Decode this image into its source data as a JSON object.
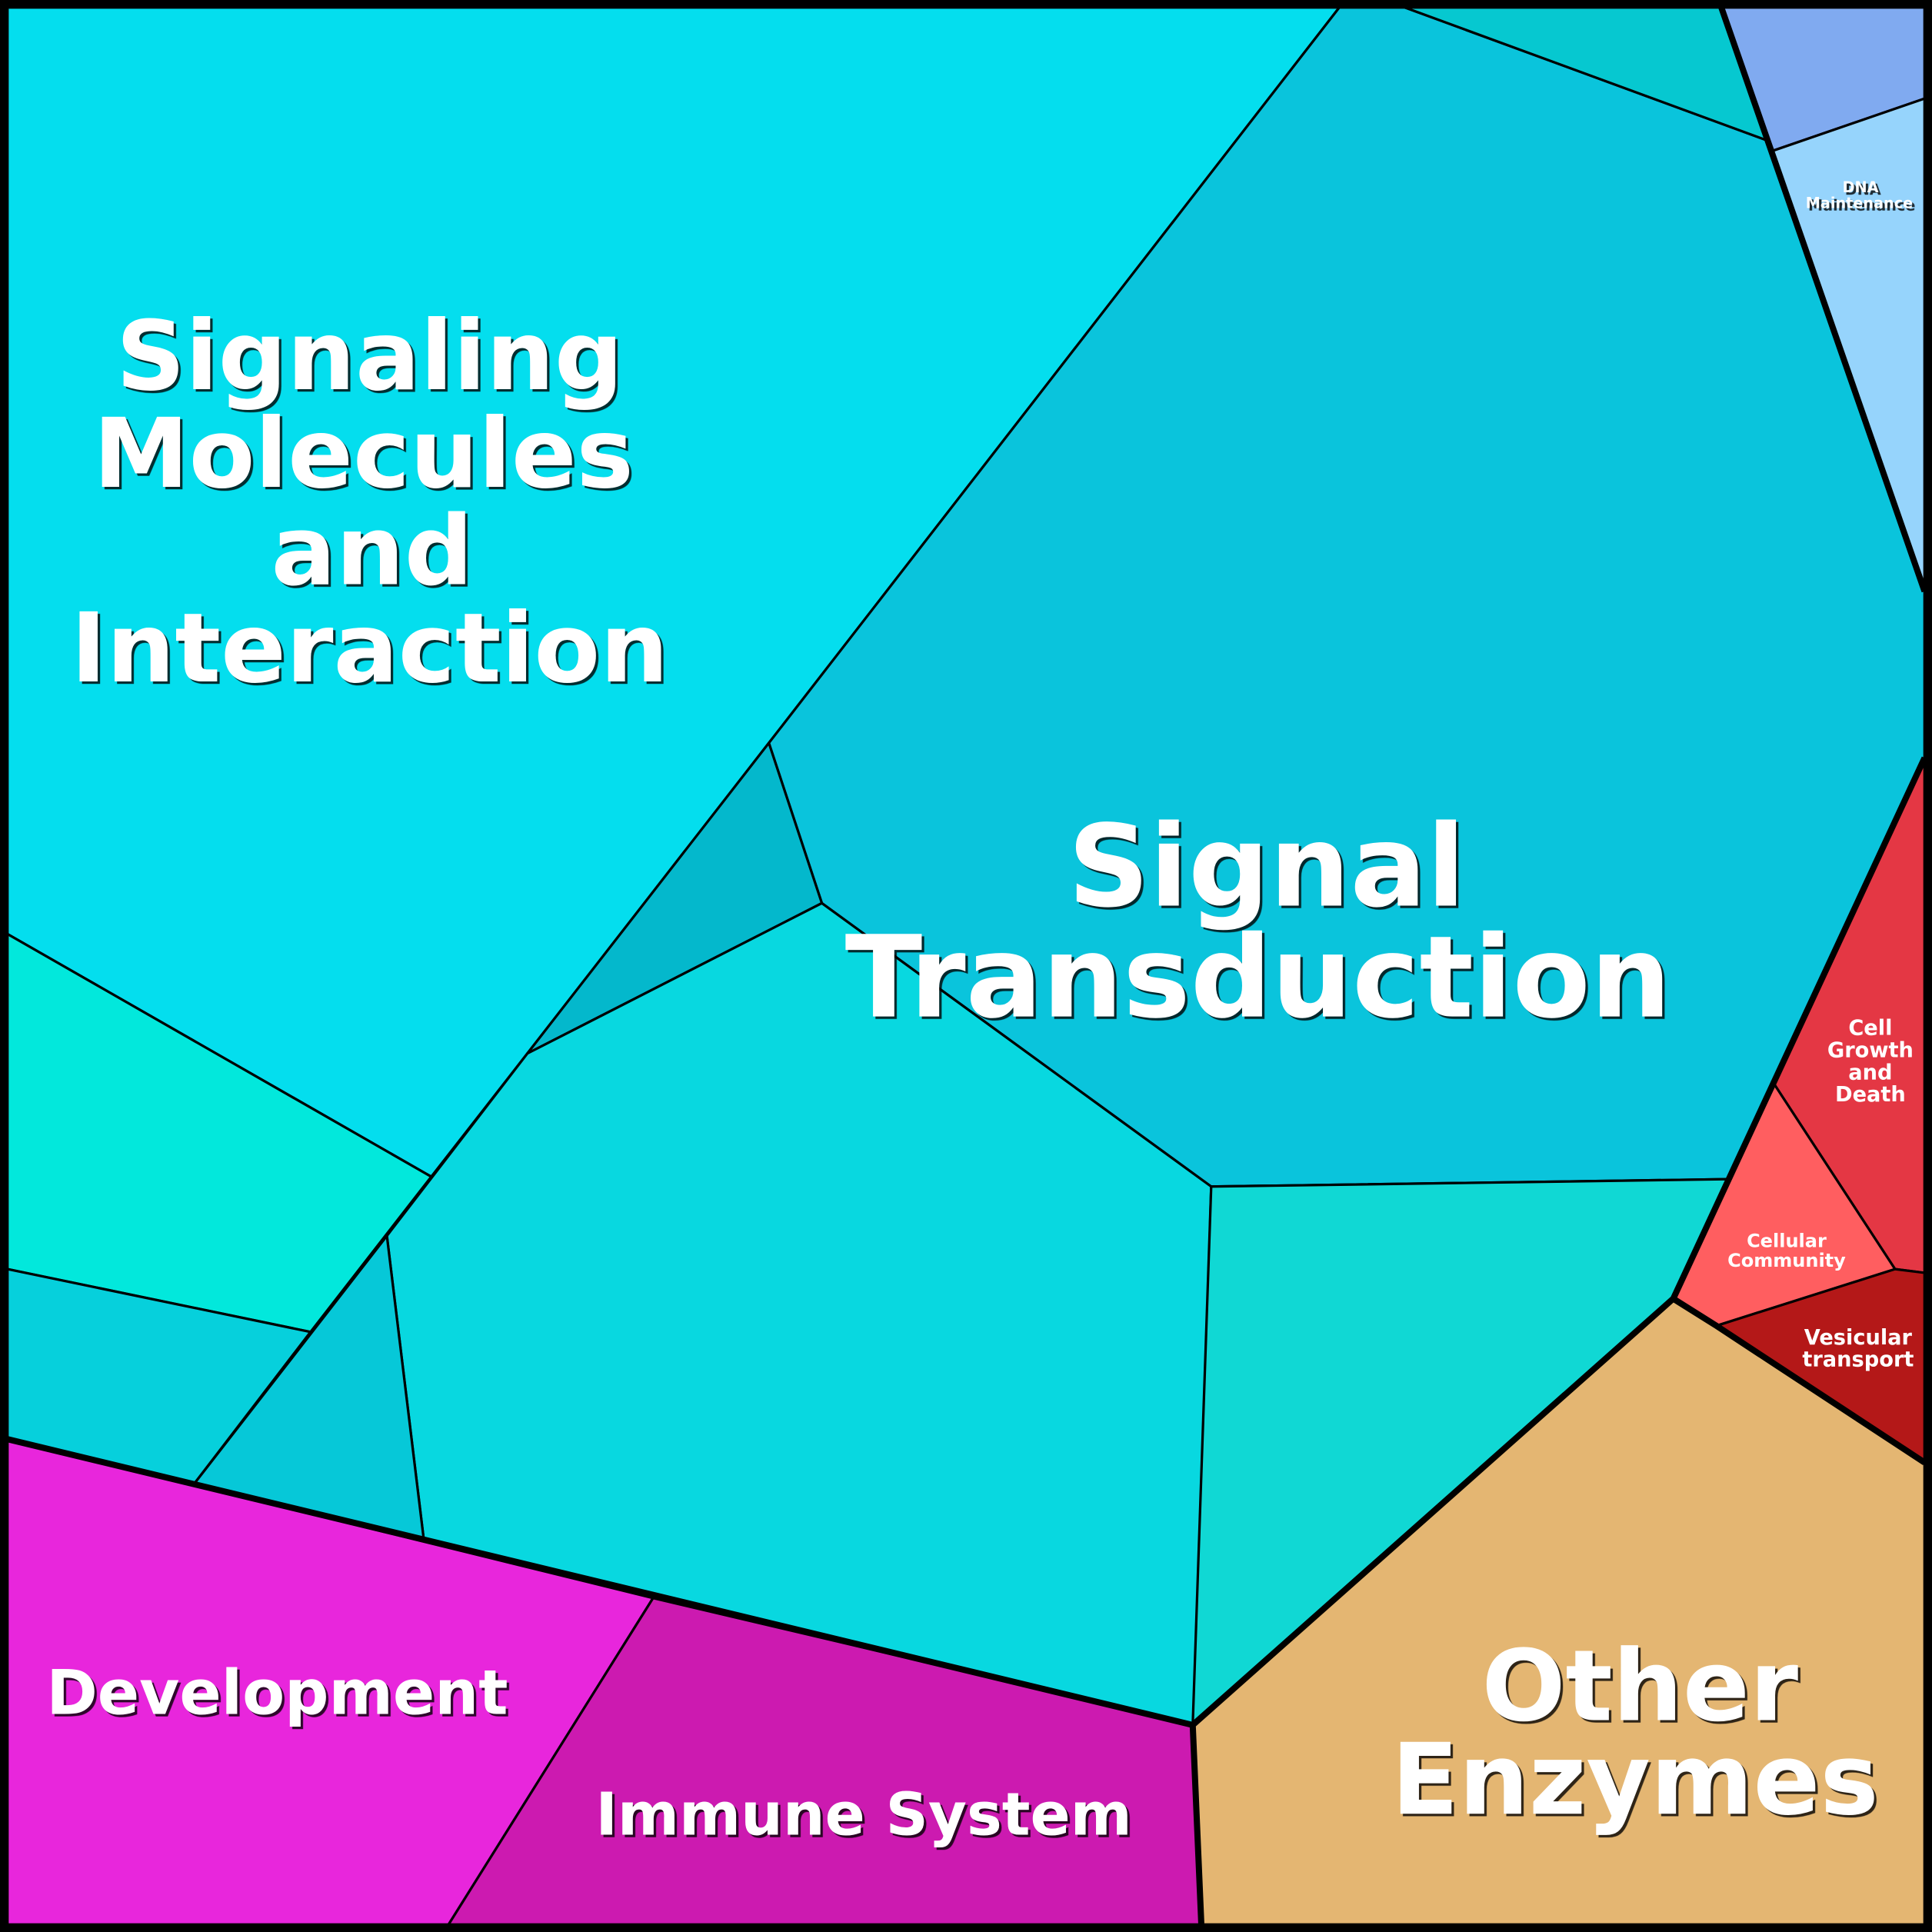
{
  "title": "Voronoi treemap of pathway categories",
  "cells": {
    "signaling_molecules": {
      "label": [
        "Signaling",
        "Molecules",
        "and",
        "Interaction"
      ],
      "color": "#04DEEE"
    },
    "signal_transduction": {
      "label": [
        "Signal",
        "Transduction"
      ],
      "color": "#0AC4DC"
    },
    "other_enzymes": {
      "label": [
        "Other",
        "Enzymes"
      ],
      "color": "#E4B672"
    },
    "development": {
      "label": [
        "Development"
      ],
      "color": "#E826DC"
    },
    "immune_system": {
      "label": [
        "Immune System"
      ],
      "color": "#CC1AB0"
    },
    "dna_maintenance": {
      "label": [
        "DNA",
        "Maintenance"
      ],
      "color": "#96D4FC"
    },
    "cell_growth": {
      "label": [
        "Cell",
        "Growth",
        "and",
        "Death"
      ],
      "color": "#E43744"
    },
    "cellular_community": {
      "label": [
        "Cellular",
        "Community"
      ],
      "color": "#FF5E60"
    },
    "vesicular_transport": {
      "label": [
        "Vesicular",
        "transport"
      ],
      "color": "#B41818"
    }
  }
}
